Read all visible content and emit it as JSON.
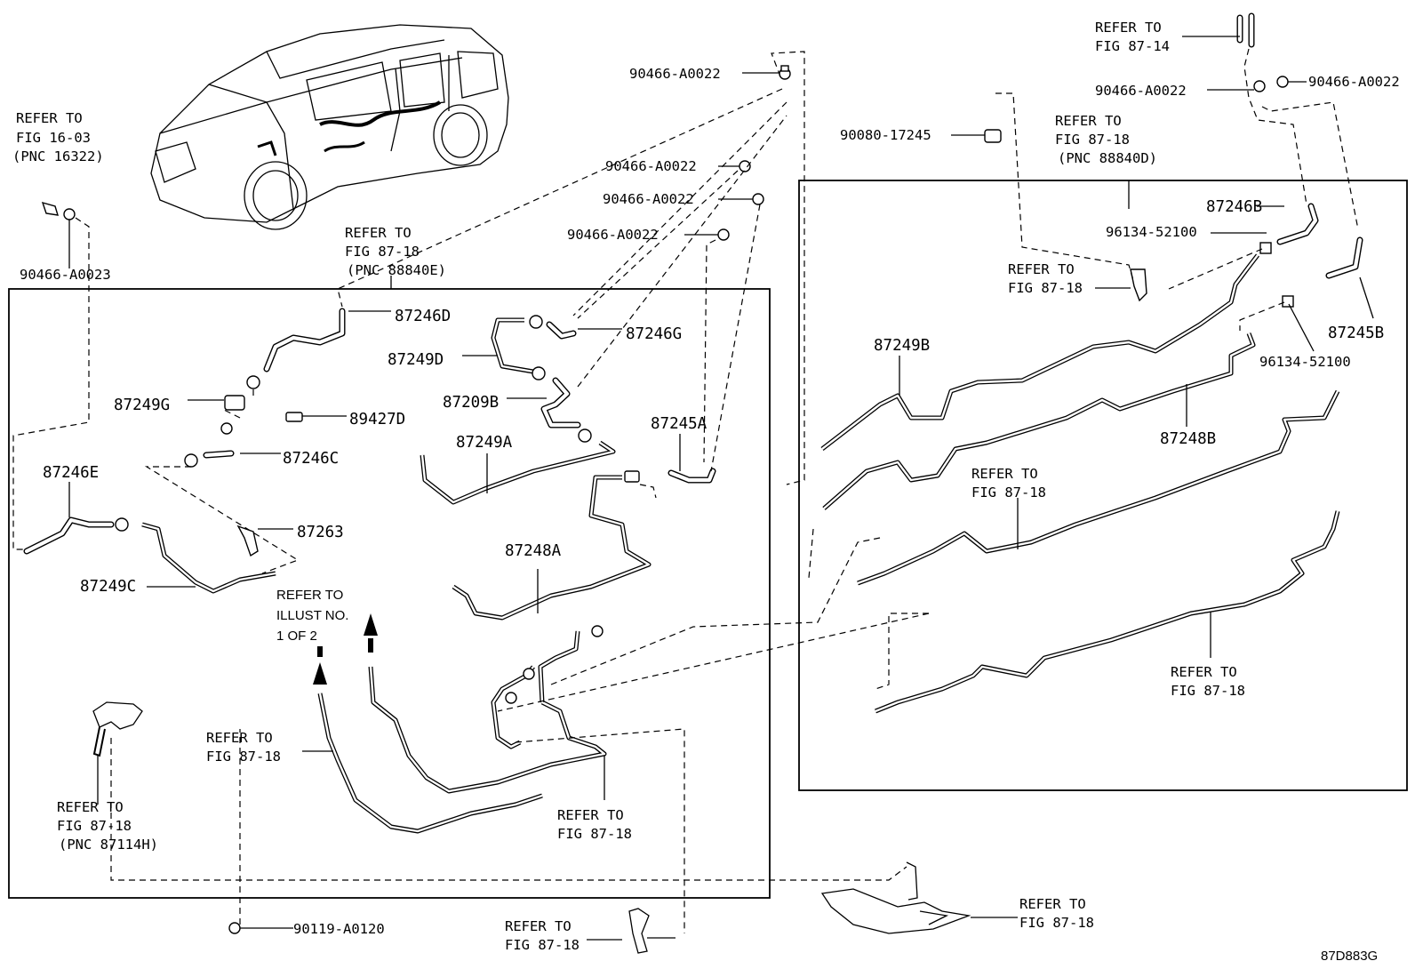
{
  "diagram_id": "87D883G",
  "labels": {
    "refer_fig1603": [
      "REFER TO",
      "FIG 16-03",
      "(PNC 16322)"
    ],
    "refer_top_fig8714": [
      "REFER TO",
      "FIG 87-14"
    ],
    "refer_88840d": [
      "REFER TO",
      "FIG 87-18",
      "(PNC 88840D)"
    ],
    "refer_88840e": [
      "REFER TO",
      "FIG 87-18",
      "(PNC 88840E)"
    ],
    "refer_right_clip": [
      "REFER TO",
      "FIG 87-18"
    ],
    "refer_right_mid": [
      "REFER TO",
      "FIG 87-18"
    ],
    "refer_right_low": [
      "REFER TO",
      "FIG 87-18"
    ],
    "refer_illust": [
      "REFER TO",
      "ILLUST NO.",
      "1 OF 2"
    ],
    "refer_left_low": [
      "REFER TO",
      "FIG 87-18"
    ],
    "refer_center_low": [
      "REFER TO",
      "FIG 87-18"
    ],
    "refer_87114h": [
      "REFER TO",
      "FIG 87-18",
      "(PNC 87114H)"
    ],
    "refer_bottom_center": [
      "REFER TO",
      "FIG 87-18"
    ],
    "refer_bottom_right": [
      "REFER TO",
      "FIG 87-18"
    ]
  },
  "parts": {
    "p90466_a0023": "90466-A0023",
    "p90466_1": "90466-A0022",
    "p90466_2": "90466-A0022",
    "p90466_3": "90466-A0022",
    "p90466_4": "90466-A0022",
    "p90466_tr1": "90466-A0022",
    "p90466_tr2": "90466-A0022",
    "p90080": "90080-17245",
    "p96134_a": "96134-52100",
    "p96134_b": "96134-52100",
    "p90119": "90119-A0120",
    "p87246D": "87246D",
    "p87246G": "87246G",
    "p87249D": "87249D",
    "p87209B": "87209B",
    "p87249G": "87249G",
    "p89427D": "89427D",
    "p87246C": "87246C",
    "p87246E": "87246E",
    "p87263": "87263",
    "p87249C": "87249C",
    "p87249A": "87249A",
    "p87245A": "87245A",
    "p87248A": "87248A",
    "p87246B": "87246B",
    "p87245B": "87245B",
    "p87249B": "87249B",
    "p87248B": "87248B"
  }
}
